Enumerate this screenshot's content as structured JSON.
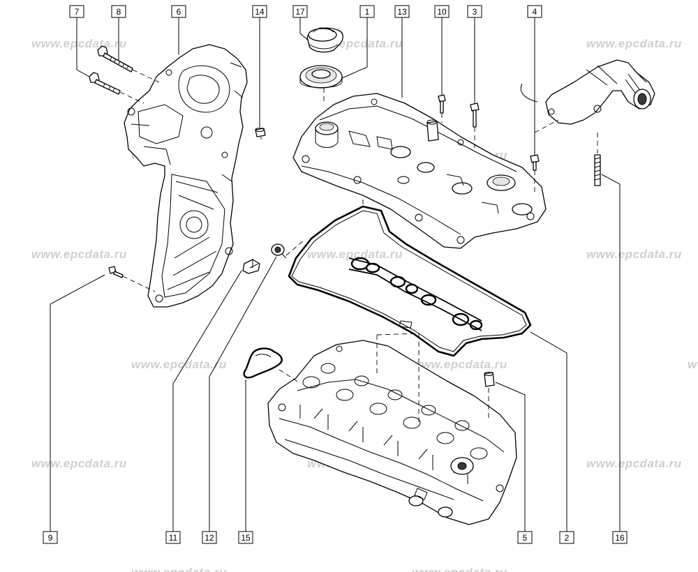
{
  "watermark": {
    "text": "www.epcdata.ru"
  },
  "callouts": {
    "top": [
      "7",
      "8",
      "6",
      "14",
      "17",
      "1",
      "13",
      "10",
      "3",
      "4"
    ],
    "bottom": [
      "9",
      "11",
      "12",
      "15",
      "5",
      "2",
      "16"
    ]
  },
  "colors": {
    "line": "#000000",
    "watermark": "#cfcfcf",
    "background": "#ffffff"
  }
}
